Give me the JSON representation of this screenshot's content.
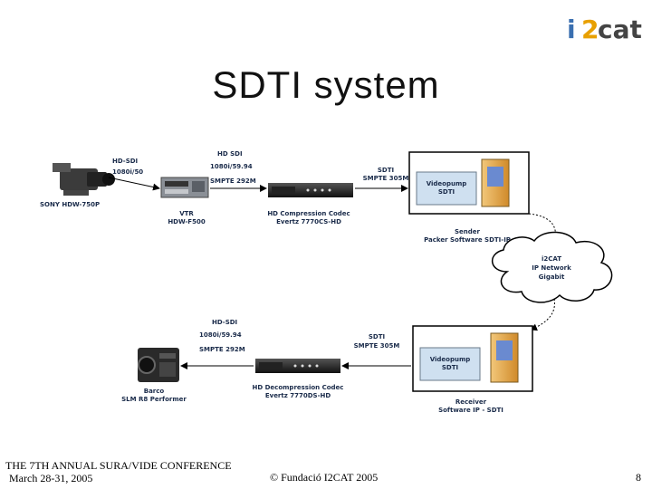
{
  "slide": {
    "title": "SDTI system",
    "page_number": "8"
  },
  "logo": {
    "text_i": "i",
    "text_2": "2",
    "text_cat": "cat"
  },
  "sender": {
    "camera_label": "SONY HDW-750P",
    "hdsdi_label": "HD-SDI",
    "hdsdi_format": "1080i/50",
    "hdsdi_top_label": "HD SDI",
    "hdsdi_top_format": "1080i/59.94",
    "hdsdi_top_smpte": "SMPTE 292M",
    "vtr_label": "VTR",
    "vtr_model": "HDW-F500",
    "codec_label": "HD Compression Codec",
    "codec_model": "Evertz 7770CS-HD",
    "sdti_label": "SDTI",
    "sdti_smpte": "SMPTE 305M",
    "pc_screen_line1": "Videopump",
    "pc_screen_line2": "SDTI",
    "pc_caption_line1": "Sender",
    "pc_caption_line2": "Packer Software SDTI-IP"
  },
  "network": {
    "line1": "i2CAT",
    "line2": "IP Network",
    "line3": "Gigabit"
  },
  "receiver": {
    "hdsdi_label": "HD-SDI",
    "hdsdi_format": "1080i/59.94",
    "hdsdi_smpte": "SMPTE 292M",
    "sdti_label": "SDTI",
    "sdti_smpte": "SMPTE 305M",
    "projector_line1": "Barco",
    "projector_line2": "SLM R8 Performer",
    "codec_label": "HD Decompression Codec",
    "codec_model": "Evertz 7770DS-HD",
    "pc_screen_line1": "Videopump",
    "pc_screen_line2": "SDTI",
    "pc_caption_line1": "Receiver",
    "pc_caption_line2": "Software IP - SDTI"
  },
  "footer": {
    "conference": "THE 7TH ANNUAL SURA/VIDE CONFERENCE",
    "dates": "March 28-31, 2005",
    "copyright": "© Fundació I2CAT 2005"
  },
  "colors": {
    "logo_i": "#3a6fb0",
    "logo_2": "#e8a000",
    "logo_cat": "#444444",
    "device_dark": "#2a2a2a",
    "label_text": "#1a2b4a",
    "screen_bg": "#cfe0f0",
    "arrow": "#000000"
  }
}
